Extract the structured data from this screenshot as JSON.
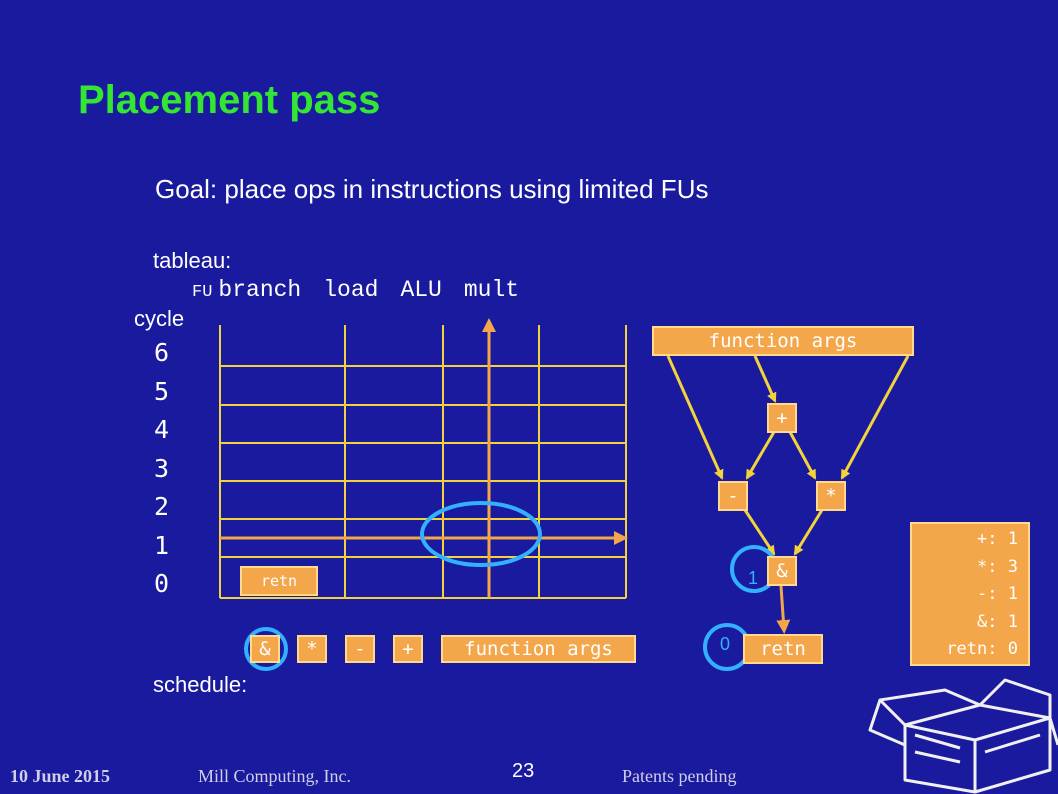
{
  "title": "Placement pass",
  "goal": "Goal: place ops in instructions using limited FUs",
  "tableau": {
    "label": "tableau:",
    "fu_label": "FU",
    "fu_columns": [
      "branch",
      "load",
      "ALU",
      "mult"
    ],
    "cycle_label": "cycle",
    "cycles": [
      "6",
      "5",
      "4",
      "3",
      "2",
      "1",
      "0"
    ],
    "placed_op": "retn"
  },
  "schedule": {
    "label": "schedule:",
    "ops": [
      "&",
      "*",
      "-",
      "+",
      "function args"
    ]
  },
  "graph": {
    "root": "function args",
    "nodes": [
      "+",
      "-",
      "*",
      "&",
      "retn"
    ],
    "circle_labels": [
      "1",
      "0"
    ]
  },
  "counts": [
    {
      "op": "+:",
      "value": "1"
    },
    {
      "op": "*:",
      "value": "3"
    },
    {
      "op": "-:",
      "value": "1"
    },
    {
      "op": "&:",
      "value": "1"
    },
    {
      "op": "retn:",
      "value": "0"
    }
  ],
  "footer": {
    "date": "10 June 2015",
    "company": "Mill Computing, Inc.",
    "page": "23",
    "patent": "Patents pending"
  },
  "colors": {
    "background": "#1a1a9e",
    "title": "#33e633",
    "tile": "#f4a64a",
    "grid": "#f2d33c",
    "highlight_circle": "#33b0ff"
  },
  "icons": {
    "logo": "open-box-icon"
  }
}
